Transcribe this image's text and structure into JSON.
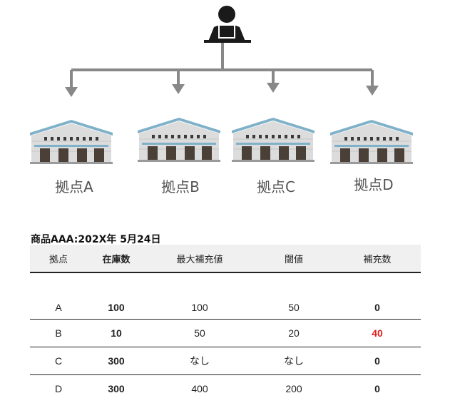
{
  "sites": [
    {
      "label": "拠点A"
    },
    {
      "label": "拠点B"
    },
    {
      "label": "拠点C"
    },
    {
      "label": "拠点D"
    }
  ],
  "table": {
    "title": "商品AAA:202X年 5月24日",
    "headers": [
      "拠点",
      "在庫数",
      "最大補充値",
      "閾値",
      "補充数"
    ],
    "rows": [
      [
        "A",
        "100",
        "100",
        "50",
        "0"
      ],
      [
        "B",
        "10",
        "50",
        "20",
        "40"
      ],
      [
        "C",
        "300",
        "なし",
        "なし",
        "0"
      ],
      [
        "D",
        "300",
        "400",
        "200",
        "0"
      ]
    ]
  },
  "colors": {
    "connector": "#888888",
    "alert": "#e01e1e",
    "roof": "#7fb1c8"
  },
  "icons": {
    "manager": "person-at-laptop-icon",
    "site": "warehouse-icon"
  }
}
